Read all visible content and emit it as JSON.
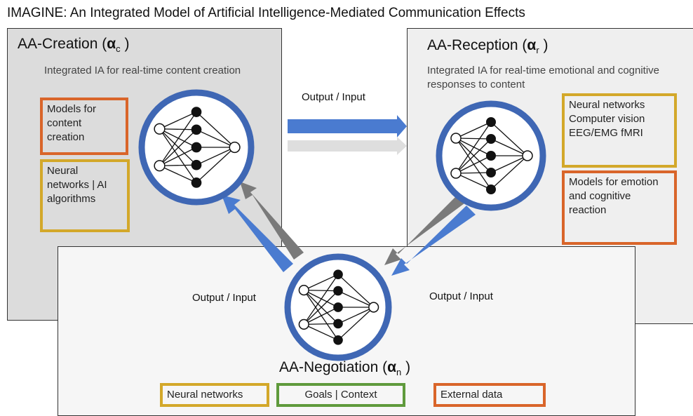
{
  "title": "IMAGINE: An Integrated Model of Artificial Intelligence-Mediated Communication Effects",
  "creation": {
    "heading": "AA-Creation (",
    "alpha": "α",
    "sub": "c",
    "close": " )",
    "description": "Integrated IA for real-time content creation",
    "box_models": "Models for content creation",
    "box_neural": "Neural networks | AI algorithms"
  },
  "reception": {
    "heading": "AA-Reception (",
    "alpha": "α",
    "sub": "r",
    "close": " )",
    "description": "Integrated IA for real-time emotional and cognitive responses to content",
    "box_methods": "Neural networks Computer vision EEG/EMG fMRI",
    "box_models": "Models for emotion and cognitive reaction"
  },
  "negotiation": {
    "heading": "AA-Negotiation (",
    "alpha": "α",
    "sub": "n",
    "close": " )",
    "box_neural": "Neural networks",
    "box_goals": "Goals | Context",
    "box_external": "External data"
  },
  "labels": {
    "top": "Output / Input",
    "left": "Output / Input",
    "right": "Output / Input"
  },
  "colors": {
    "arrow_blue": "#4a7bd0",
    "arrow_gray_dark": "#7a7a7a",
    "arrow_gray_light": "#dedede",
    "circle_ring": "#3f67b4",
    "node": "#111111",
    "orange": "#d9652a",
    "gold": "#d3a82a",
    "green": "#5f9a3c"
  }
}
